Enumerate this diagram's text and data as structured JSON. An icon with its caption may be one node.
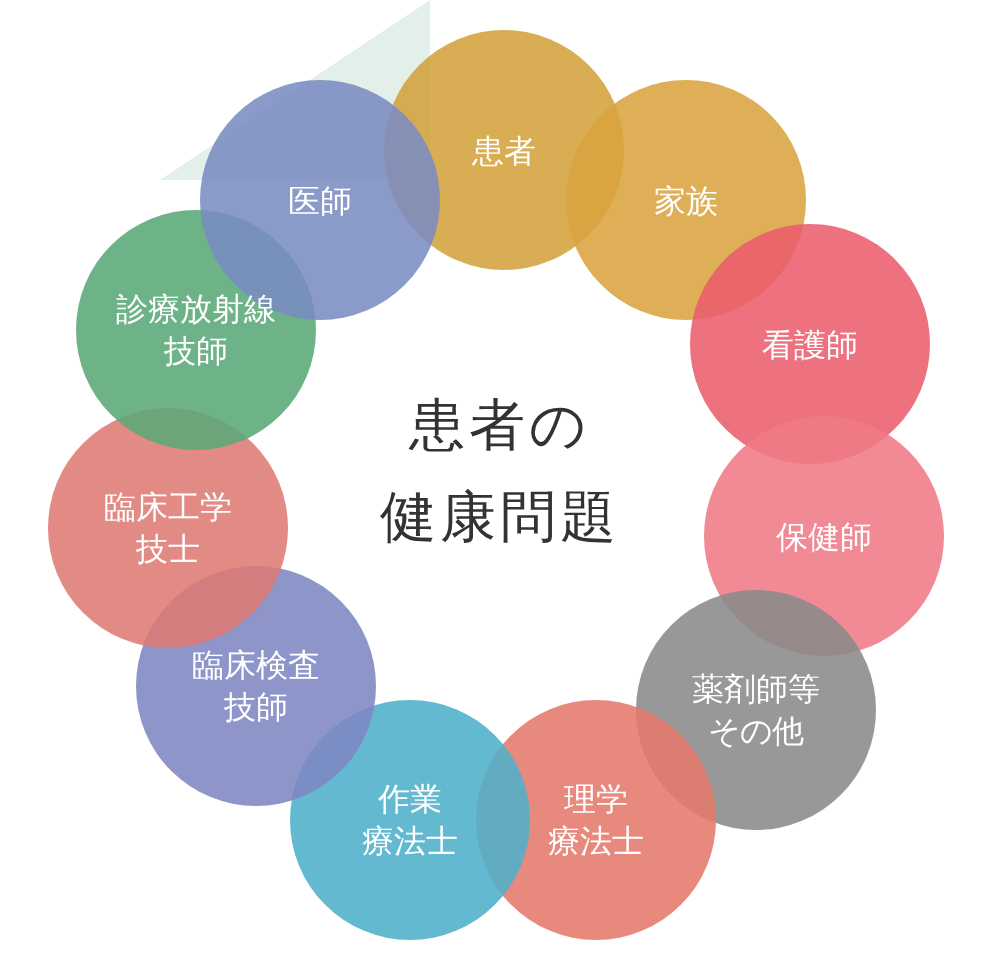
{
  "diagram": {
    "nodes": [
      {
        "text": [
          "患者"
        ]
      },
      {
        "text": [
          "家族"
        ]
      },
      {
        "text": [
          "看護師"
        ]
      },
      {
        "text": [
          "保健師"
        ]
      },
      {
        "text": [
          "薬剤師等その他"
        ]
      },
      {
        "text": [
          "理学療法士"
        ]
      },
      {
        "text": [
          "作業療法士"
        ]
      },
      {
        "text": [
          "臨床検査技師"
        ]
      },
      {
        "text": [
          "臨床工学技士"
        ]
      },
      {
        "text": [
          "診療放射線技師"
        ]
      },
      {
        "text": [
          "医師"
        ]
      }
    ],
    "edges": [],
    "labels": [
      "患者の健康問題"
    ]
  }
}
